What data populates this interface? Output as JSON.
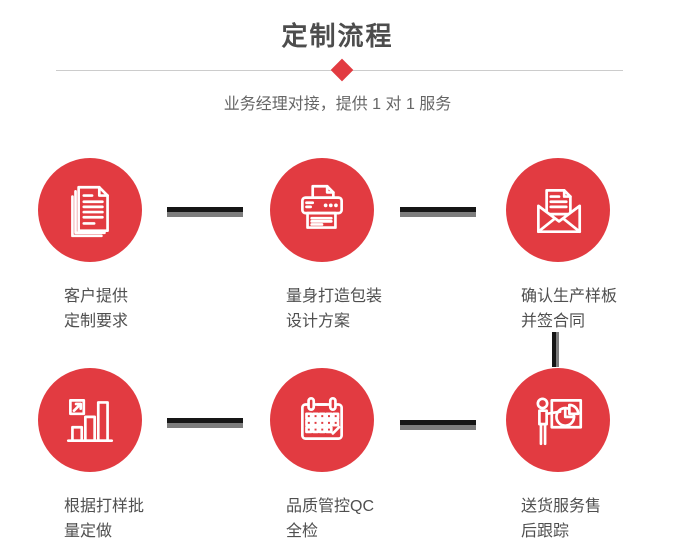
{
  "header": {
    "title": "定制流程",
    "subtitle": "业务经理对接，提供 1 对 1 服务"
  },
  "colors": {
    "accent_red": "#e23b41",
    "title_text": "#4d4d4d",
    "subtitle_text": "#666666",
    "label_text": "#4f4f4f",
    "divider_line": "#cccccc",
    "connector_dark": "#161616",
    "connector_gray": "#7d7d7d"
  },
  "steps": [
    {
      "icon": "documents-icon",
      "label_line1": "客户提供",
      "label_line2": "定制要求"
    },
    {
      "icon": "printer-icon",
      "label_line1": "量身打造包装",
      "label_line2": "设计方案"
    },
    {
      "icon": "envelope-icon",
      "label_line1": "确认生产样板",
      "label_line2": "并签合同"
    },
    {
      "icon": "bar-chart-icon",
      "label_line1": "根据打样批",
      "label_line2": "量定做"
    },
    {
      "icon": "calendar-icon",
      "label_line1": "品质管控QC",
      "label_line2": "全检"
    },
    {
      "icon": "presentation-icon",
      "label_line1": "送货服务售",
      "label_line2": "后跟踪"
    }
  ]
}
